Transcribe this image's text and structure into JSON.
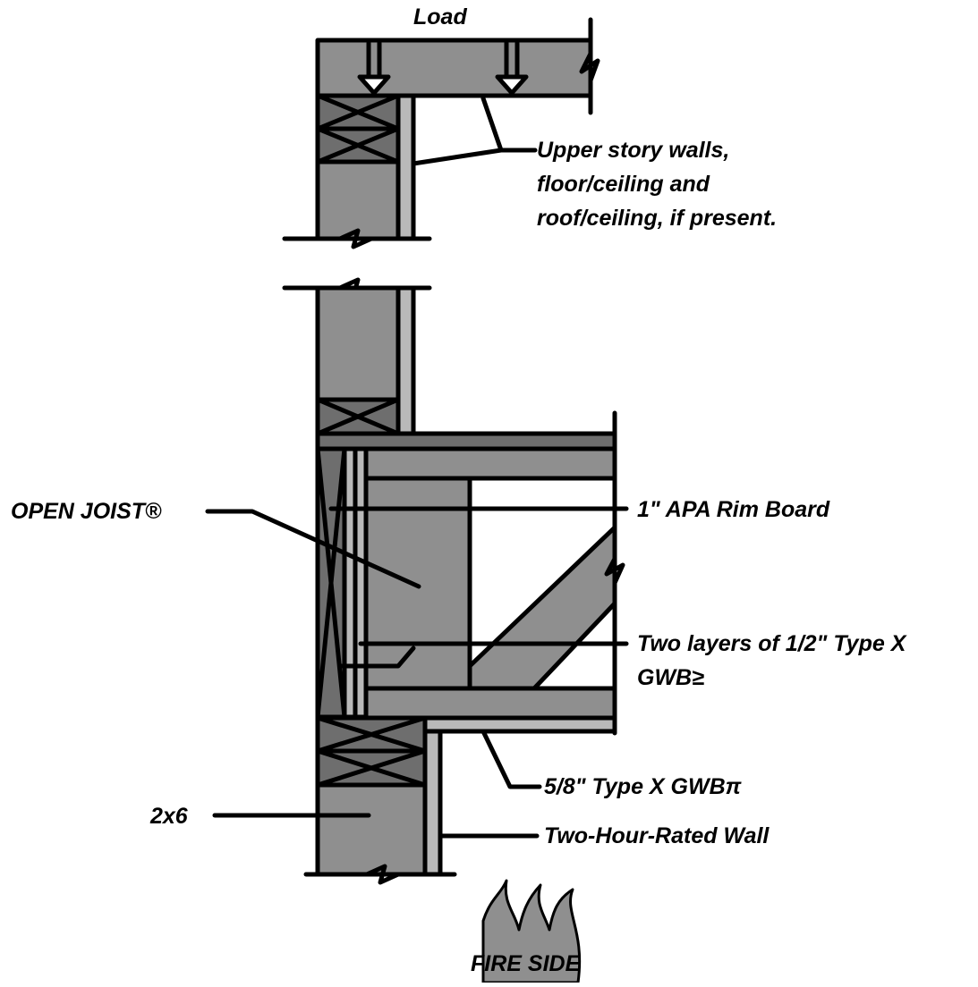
{
  "labels": {
    "load": "Load",
    "upper_story_line1": "Upper story walls,",
    "upper_story_line2": "floor/ceiling and",
    "upper_story_line3": "roof/ceiling, if present.",
    "open_joist": "OPEN JOIST®",
    "rim_board": "1\" APA Rim Board",
    "gwb_two_layers_line1": "Two layers of 1/2\" Type X",
    "gwb_two_layers_line2": "GWB≥",
    "gwb_five_eighths": "5/8\" Type X GWBπ",
    "two_by_six": "2x6",
    "two_hour_wall": "Two-Hour-Rated Wall",
    "fire_side": "FIRE SIDE"
  },
  "colors": {
    "wood": "#8f8f8f",
    "wood_dark": "#6e6e6e",
    "gwb": "#b9b9b9",
    "outline": "#000000",
    "opening": "#ffffff"
  }
}
